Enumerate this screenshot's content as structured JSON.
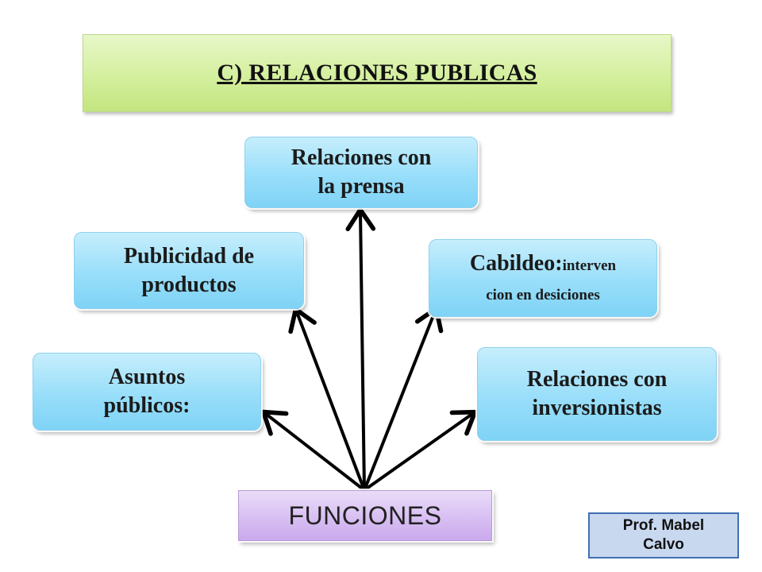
{
  "title": "C) RELACIONES PUBLICAS",
  "nodes": {
    "prensa": {
      "line1": "Relaciones con",
      "line2": "la prensa"
    },
    "publicidad": {
      "line1": "Publicidad de",
      "line2": "productos"
    },
    "cabildeo": {
      "main": "Cabildeo:",
      "small1": "interven",
      "line2": "cion en desiciones"
    },
    "asuntos": {
      "line1": "Asuntos",
      "line2": "públicos:"
    },
    "inversionistas": {
      "line1": "Relaciones con",
      "line2": "inversionistas"
    }
  },
  "center": {
    "label": "FUNCIONES"
  },
  "author": {
    "line1": "Prof. Mabel",
    "line2": "Calvo"
  },
  "colors": {
    "title_fill": "#d4ef9e",
    "node_fill": "#98defa",
    "center_fill": "#d8bff2",
    "author_fill": "#c8d8ef",
    "author_border": "#3f6fb2",
    "arrow": "#000000"
  }
}
